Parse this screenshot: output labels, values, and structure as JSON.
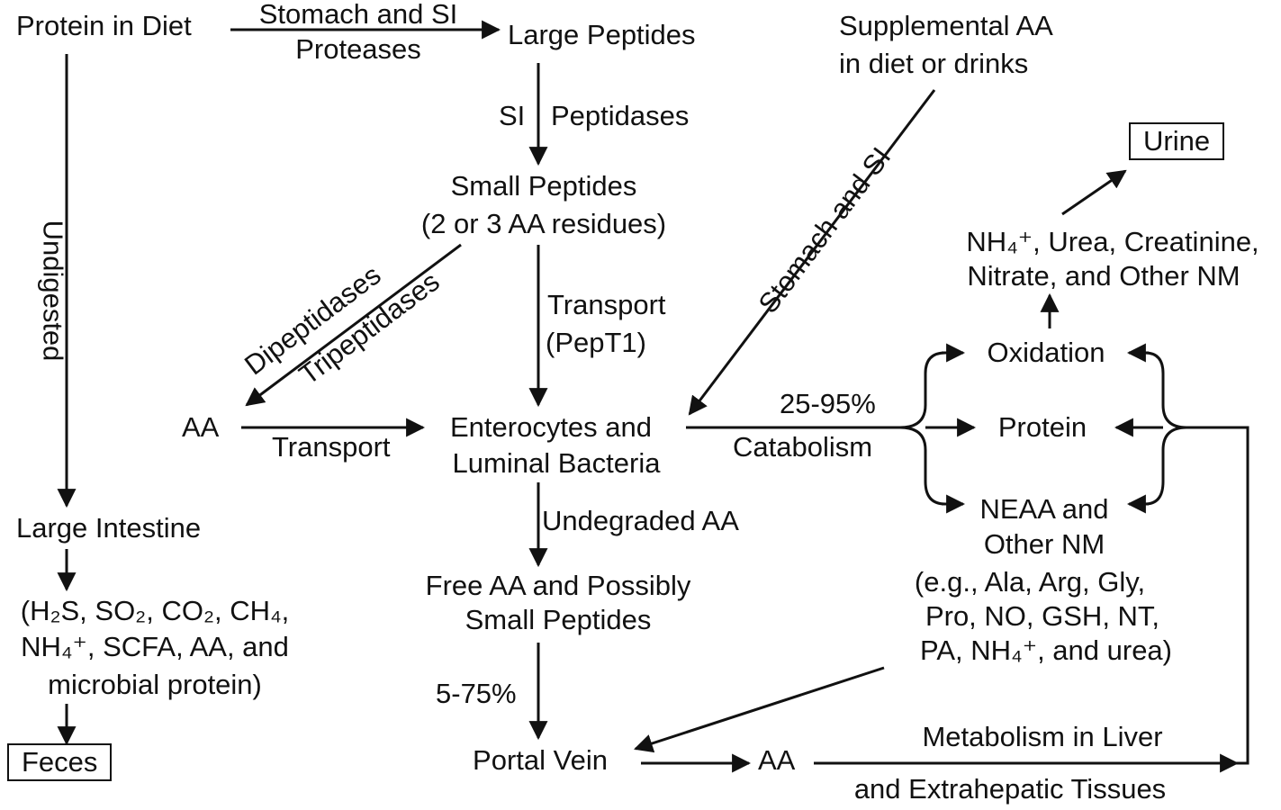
{
  "nodes": {
    "protein_in_diet": "Protein in Diet",
    "large_peptides": "Large Peptides",
    "supplemental_aa_1": "Supplemental AA",
    "supplemental_aa_2": "in diet or drinks",
    "urine": "Urine",
    "small_peptides_1": "Small Peptides",
    "small_peptides_2": "(2 or 3 AA residues)",
    "nm_1": "NH₄⁺, Urea, Creatinine,",
    "nm_2": "Nitrate, and Other NM",
    "oxidation": "Oxidation",
    "aa_left": "AA",
    "enterocytes_1": "Enterocytes and",
    "enterocytes_2": "Luminal Bacteria",
    "protein": "Protein",
    "neaa_1": "NEAA and",
    "neaa_2": "Other NM",
    "neaa_3": "(e.g., Ala, Arg, Gly,",
    "neaa_4": "Pro, NO, GSH, NT,",
    "neaa_5": "PA, NH₄⁺, and urea)",
    "large_intestine": "Large Intestine",
    "li_products_1": "(H₂S, SO₂, CO₂, CH₄,",
    "li_products_2": "NH₄⁺, SCFA, AA, and",
    "li_products_3": "microbial protein)",
    "free_aa_1": "Free AA and Possibly",
    "free_aa_2": "Small Peptides",
    "feces": "Feces",
    "portal_vein": "Portal Vein",
    "aa_portal": "AA"
  },
  "edge_labels": {
    "stomach_si_1": "Stomach and SI",
    "proteases": "Proteases",
    "si": "SI",
    "peptidases": "Peptidases",
    "stomach_and_si_diag": "Stomach and SI",
    "undigested": "Undigested",
    "dipeptidases": "Dipeptidases",
    "tripeptidases": "Tripeptidases",
    "transport_1": "Transport",
    "pept1": "(PepT1)",
    "transport_2": "Transport",
    "pct_25_95": "25-95%",
    "catabolism": "Catabolism",
    "undegraded_aa": "Undegraded AA",
    "pct_5_75": "5-75%",
    "metabolism_1": "Metabolism in Liver",
    "metabolism_2": "and Extrahepatic Tissues"
  }
}
